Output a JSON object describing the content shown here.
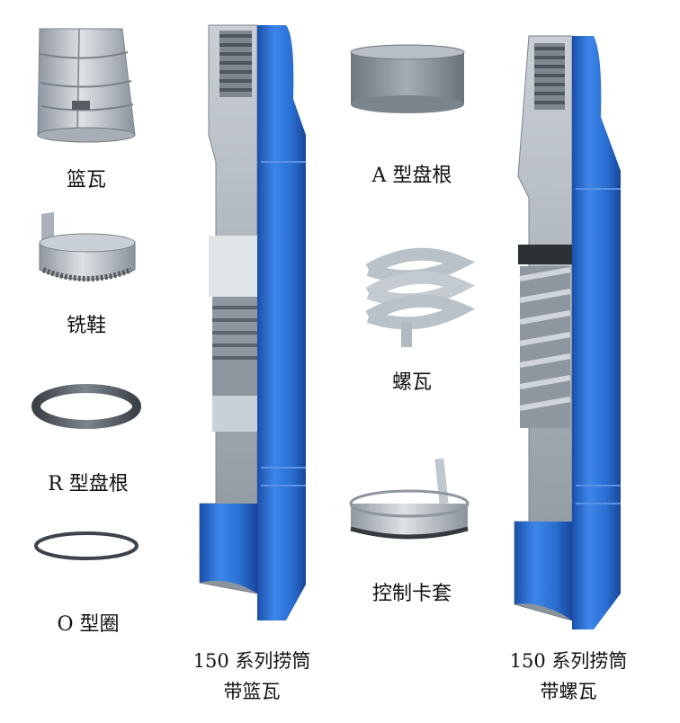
{
  "labels": {
    "basket_grapple": "篮瓦",
    "mill_shoe": "铣鞋",
    "r_packer": "R 型盘根",
    "o_ring": "O 型圈",
    "a_packer": "A  型盘根",
    "spiral_grapple": "螺瓦",
    "control_sleeve": "控制卡套",
    "overshot_basket_line1": "150 系列捞筒",
    "overshot_basket_line2": "带篮瓦",
    "overshot_spiral_line1": "150 系列捞筒",
    "overshot_spiral_line2": "带螺瓦"
  },
  "colors": {
    "blue": "#2f74d6",
    "blue_dark": "#1d4fa3",
    "steel": "#b9c1c9",
    "steel_dark": "#6f7880",
    "ring_dark": "#444a50"
  }
}
